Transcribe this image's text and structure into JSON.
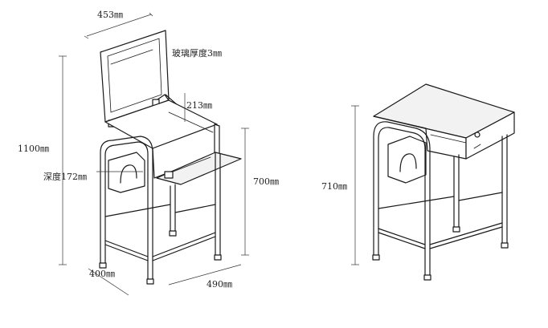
{
  "labels": {
    "top_width": "453㎜",
    "glass": "玻璃厚度3㎜",
    "panel_height": "213㎜",
    "left_height": "1100㎜",
    "depth": "深度172㎜",
    "right_height": "700㎜",
    "base_depth": "400㎜",
    "base_width": "490㎜",
    "closed_height": "710㎜"
  },
  "colors": {
    "line": "#1a1a1a",
    "background": "#ffffff"
  }
}
